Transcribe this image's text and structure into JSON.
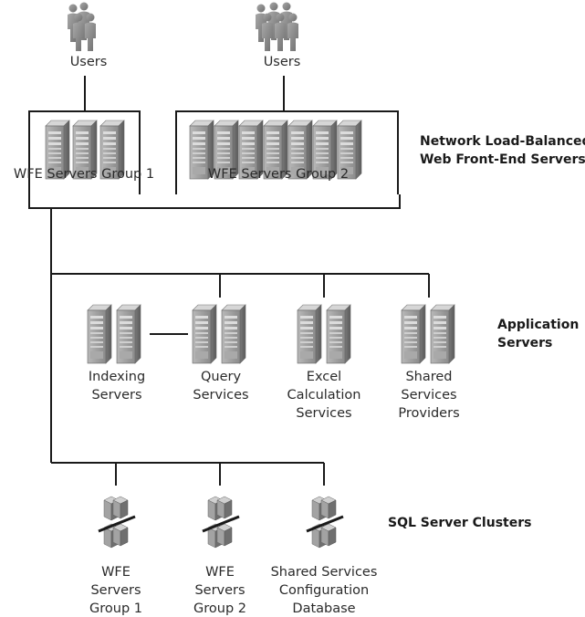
{
  "users": {
    "left_label": "Users",
    "right_label": "Users"
  },
  "wfe": {
    "group1_label": "WFE Servers Group 1",
    "group2_label": "WFE Servers Group 2",
    "section_title_line1": "Network Load-Balanced",
    "section_title_line2": "Web Front-End Servers"
  },
  "app": {
    "section_title_line1": "Application",
    "section_title_line2": "Servers",
    "servers": [
      {
        "line1": "Indexing",
        "line2": "Servers",
        "line3": ""
      },
      {
        "line1": "Query",
        "line2": "Services",
        "line3": ""
      },
      {
        "line1": "Excel",
        "line2": "Calculation",
        "line3": "Services"
      },
      {
        "line1": "Shared",
        "line2": "Services",
        "line3": "Providers"
      }
    ]
  },
  "sql": {
    "section_title": "SQL Server Clusters",
    "clusters": [
      {
        "line1": "WFE",
        "line2": "Servers",
        "line3": "Group 1"
      },
      {
        "line1": "WFE",
        "line2": "Servers",
        "line3": "Group 2"
      },
      {
        "line1": "Shared Services",
        "line2": "Configuration",
        "line3": "Database"
      }
    ]
  },
  "colors": {
    "line": "#1a1a1a",
    "server_light": "#c4c4c4",
    "server_mid": "#9a9a9a",
    "server_dark": "#6e6e6e",
    "person": "#8e8e8e",
    "text": "#2a2a2a"
  }
}
